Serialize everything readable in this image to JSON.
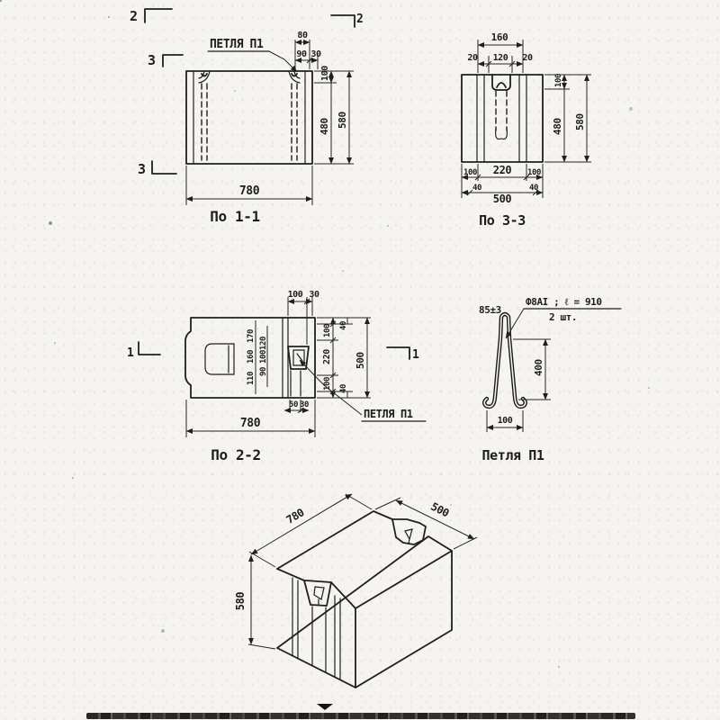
{
  "drawing": {
    "v11": {
      "caption": "По 1-1",
      "loop_label": "ПЕТЛЯ П1",
      "marker_top_left": "2",
      "marker_top_right": "2",
      "marker_mid_left": "3",
      "marker_bot_left": "3",
      "dim_width": "780",
      "dim_pocket_w": "80",
      "dim_top_a": "90",
      "dim_top_b": "30",
      "dim_right_top": "100",
      "dim_right_main": "480",
      "dim_right_total": "580"
    },
    "v33": {
      "caption": "По 3-3",
      "dim_top_total": "160",
      "dim_top_left": "20",
      "dim_top_mid": "120",
      "dim_top_right": "20",
      "dim_right_top": "100",
      "dim_right_main": "480",
      "dim_right_total": "580",
      "dim_bot_left": "100",
      "dim_bot_mid": "220",
      "dim_bot_right": "100",
      "dim_bot2_left": "40",
      "dim_bot2_total": "500",
      "dim_bot2_right": "40"
    },
    "v22": {
      "caption": "По 2-2",
      "loop_label": "ПЕТЛЯ П1",
      "marker_left": "1",
      "marker_right": "1",
      "dim_top_a": "100",
      "dim_top_b": "30",
      "dim_width": "780",
      "dim_right_seg_top": "100",
      "dim_right_off_top": "40",
      "dim_right_mid": "220",
      "dim_right_off_bot": "40",
      "dim_right_seg_bot": "100",
      "dim_right_total": "500",
      "chain_a1": "170",
      "chain_a2": "160",
      "chain_a3": "110",
      "chain_b1": "120",
      "chain_b2": "100",
      "chain_b3": "90",
      "dim_pocket_a": "50",
      "dim_pocket_b": "30"
    },
    "loop": {
      "caption": "Петля П1",
      "dim_top": "85±3",
      "spec": "Ф8АI ; ℓ = 910",
      "qty": "2 шт.",
      "dim_height": "400",
      "dim_bottom": "100"
    },
    "iso": {
      "dim_length": "780",
      "dim_depth": "500",
      "dim_height": "580"
    }
  }
}
